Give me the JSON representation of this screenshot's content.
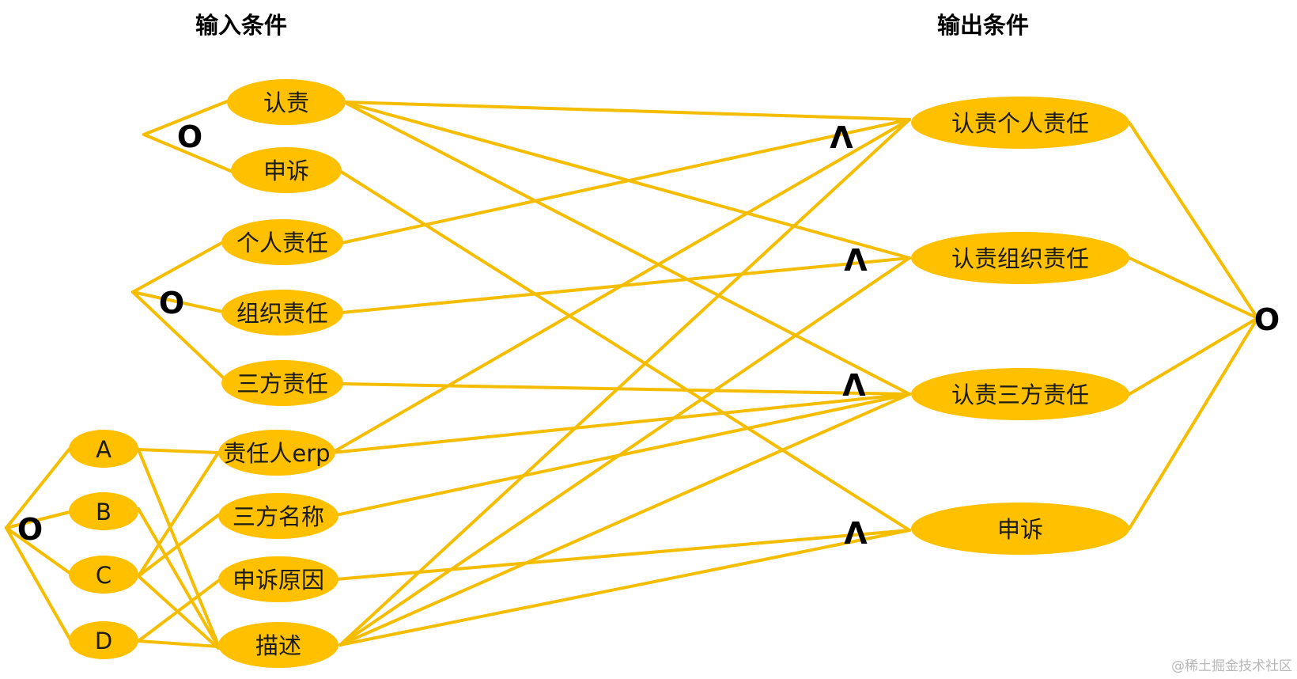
{
  "headers": {
    "input": "输入条件",
    "output": "输出条件"
  },
  "colors": {
    "node_fill": "#FFC000",
    "edge": "#F5BD00",
    "text": "#1a1a1a"
  },
  "nodes": {
    "in_renze": "认责",
    "in_shensu": "申诉",
    "in_geren": "个人责任",
    "in_zuzhi": "组织责任",
    "in_sanfang": "三方责任",
    "in_zerenren": "责任人erp",
    "in_sanfangmc": "三方名称",
    "in_shensuyy": "申诉原因",
    "in_miaoshu": "描述",
    "in_a": "A",
    "in_b": "B",
    "in_c": "C",
    "in_d": "D",
    "out_geren": "认责个人责任",
    "out_zuzhi": "认责组织责任",
    "out_sanfang": "认责三方责任",
    "out_shensu": "申诉"
  },
  "operators": {
    "or_1": "O",
    "or_2": "O",
    "or_3": "O",
    "or_out": "O",
    "and_1": "Λ",
    "and_2": "Λ",
    "and_3": "Λ",
    "and_4": "Λ"
  },
  "watermark": "@稀土掘金技术社区"
}
